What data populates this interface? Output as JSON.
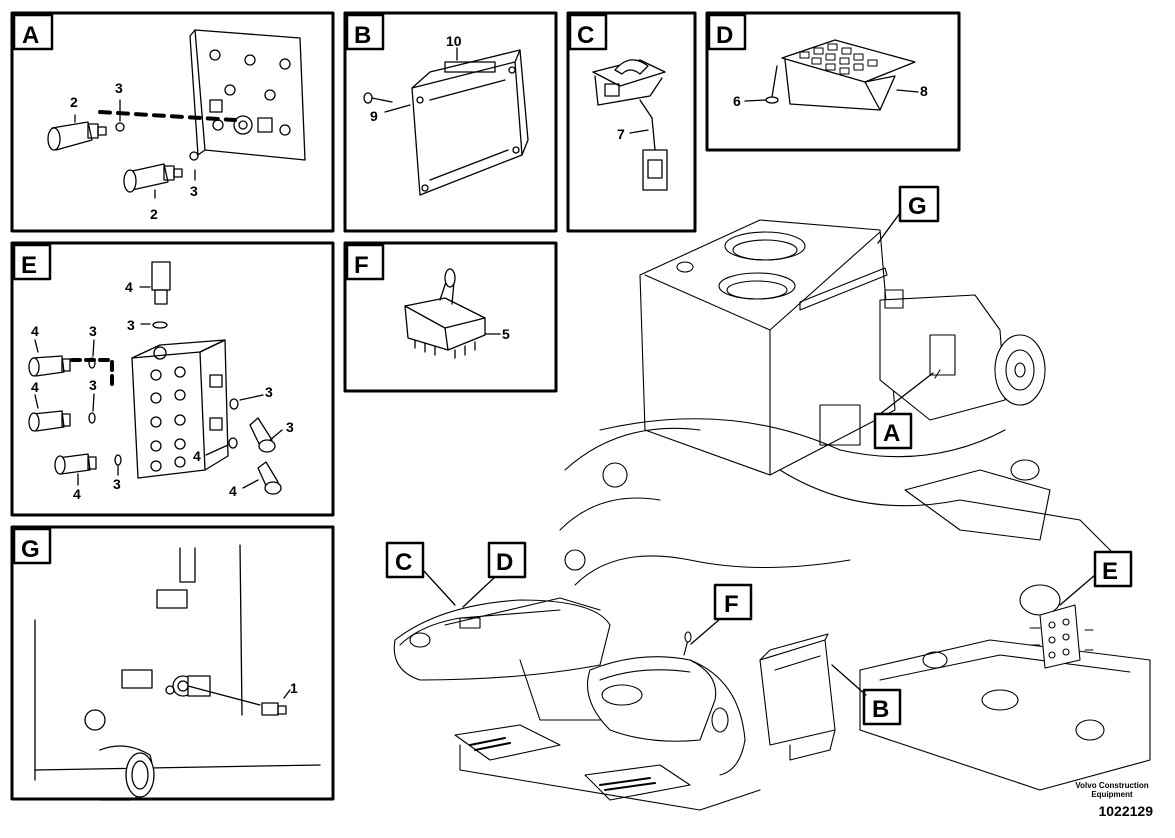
{
  "panels": {
    "A": {
      "letter": "A",
      "parts": [
        "2",
        "3",
        "3",
        "2"
      ]
    },
    "B": {
      "letter": "B",
      "parts": [
        "10",
        "9"
      ]
    },
    "C": {
      "letter": "C",
      "parts": [
        "7"
      ]
    },
    "D": {
      "letter": "D",
      "parts": [
        "6",
        "8"
      ]
    },
    "E": {
      "letter": "E",
      "parts": [
        "4",
        "3",
        "4",
        "3",
        "4",
        "3",
        "3",
        "4",
        "3",
        "4",
        "4",
        "3"
      ]
    },
    "F": {
      "letter": "F",
      "parts": [
        "5"
      ]
    },
    "G": {
      "letter": "G",
      "parts": [
        "1"
      ]
    }
  },
  "overview_callouts": [
    "G",
    "A",
    "C",
    "D",
    "F",
    "E",
    "B"
  ],
  "footer": {
    "company_line1": "Volvo Construction",
    "company_line2": "Equipment",
    "drawing_number": "1022129"
  }
}
